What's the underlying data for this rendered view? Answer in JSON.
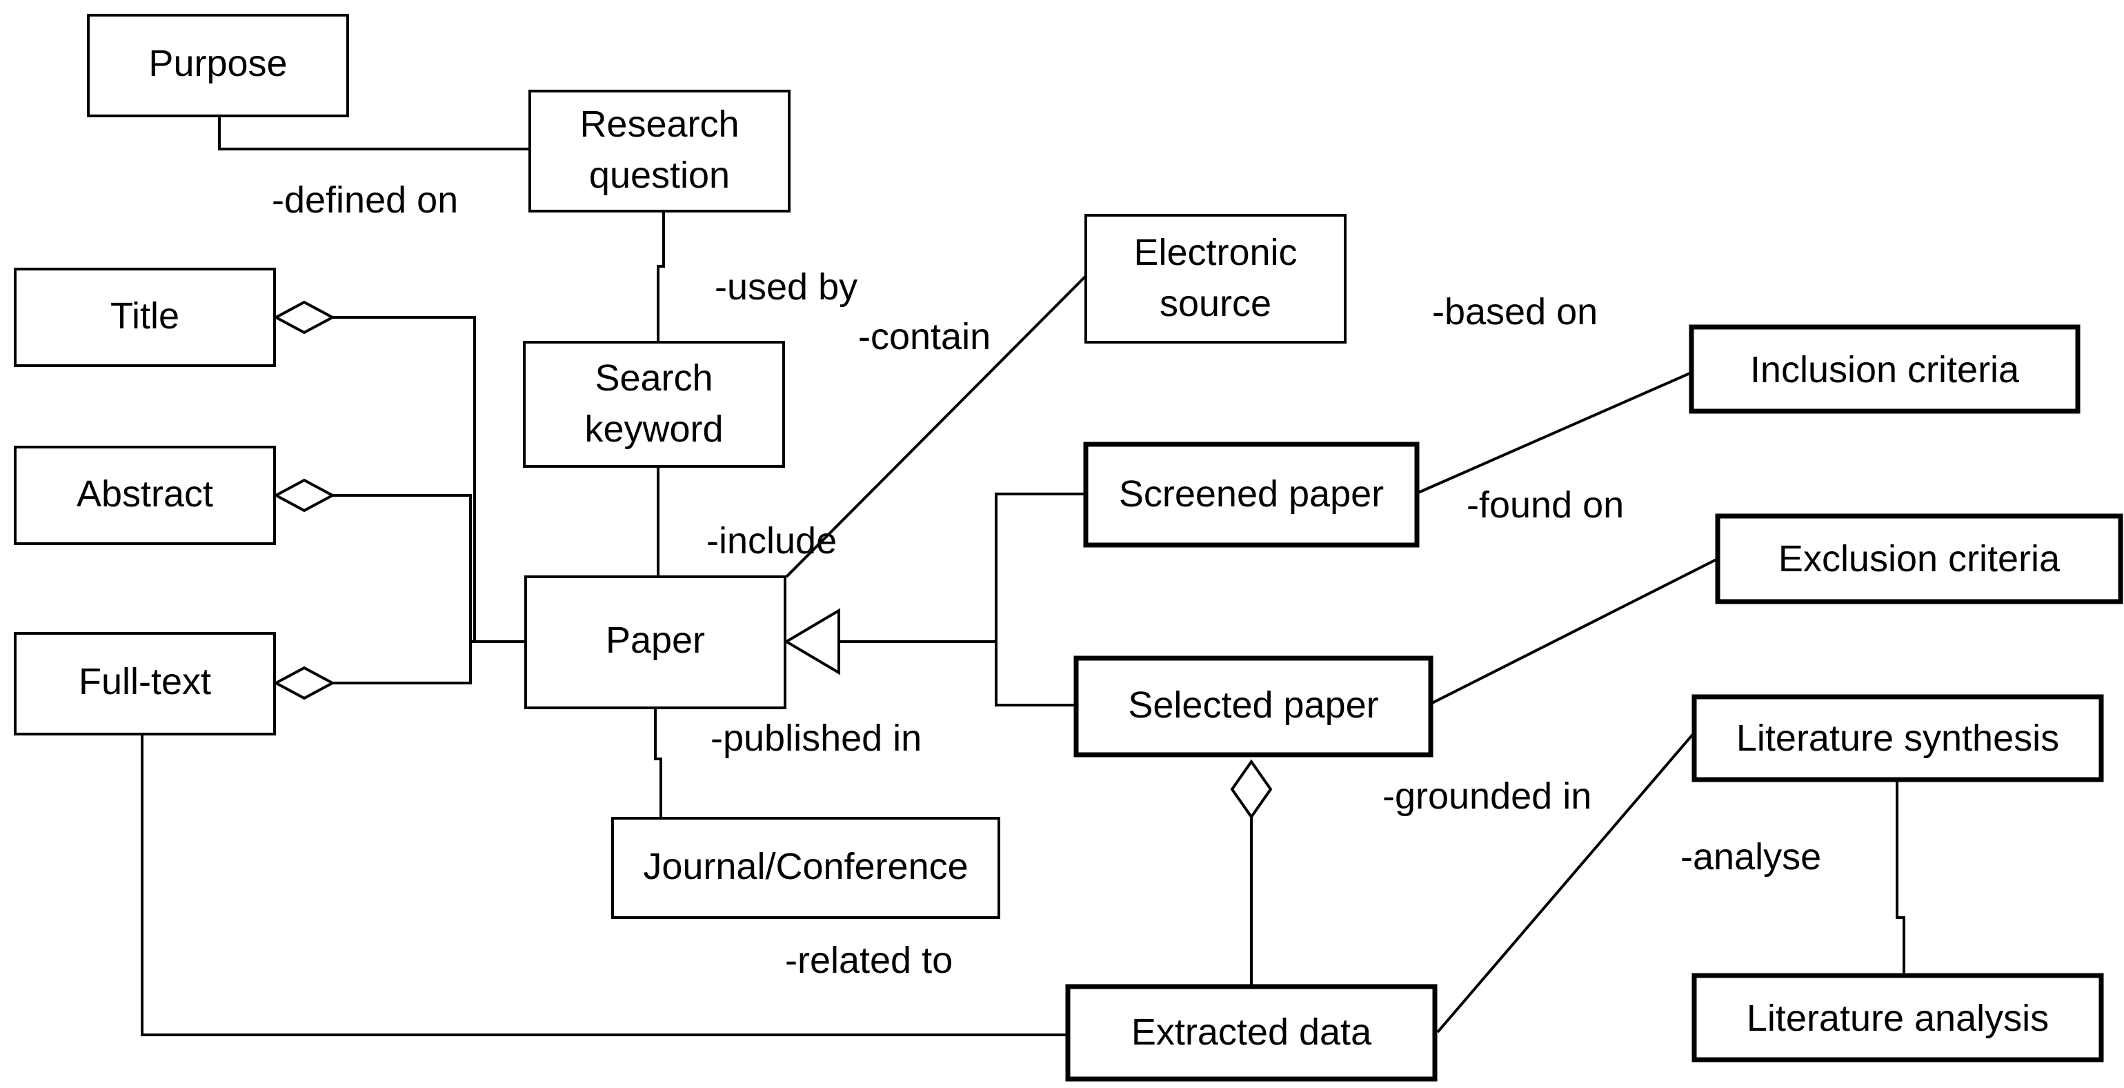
{
  "nodes": {
    "purpose": "Purpose",
    "research_question": [
      "Research",
      "question"
    ],
    "title": "Title",
    "abstract": "Abstract",
    "full_text": "Full-text",
    "search_keyword": [
      "Search",
      "keyword"
    ],
    "paper": "Paper",
    "electronic_source": [
      "Electronic",
      "source"
    ],
    "journal_conference": "Journal/Conference",
    "screened_paper": "Screened paper",
    "selected_paper": "Selected paper",
    "inclusion_criteria": "Inclusion criteria",
    "exclusion_criteria": "Exclusion criteria",
    "literature_synthesis": "Literature synthesis",
    "literature_analysis": "Literature analysis",
    "extracted_data": "Extracted data"
  },
  "relations": {
    "defined_on": "-defined on",
    "used_by": "-used by",
    "contain": "-contain",
    "include": "-include",
    "published_in": "-published in",
    "related_to": "-related to",
    "based_on": "-based on",
    "found_on": "-found on",
    "grounded_in": "-grounded in",
    "analyse": "-analyse"
  }
}
